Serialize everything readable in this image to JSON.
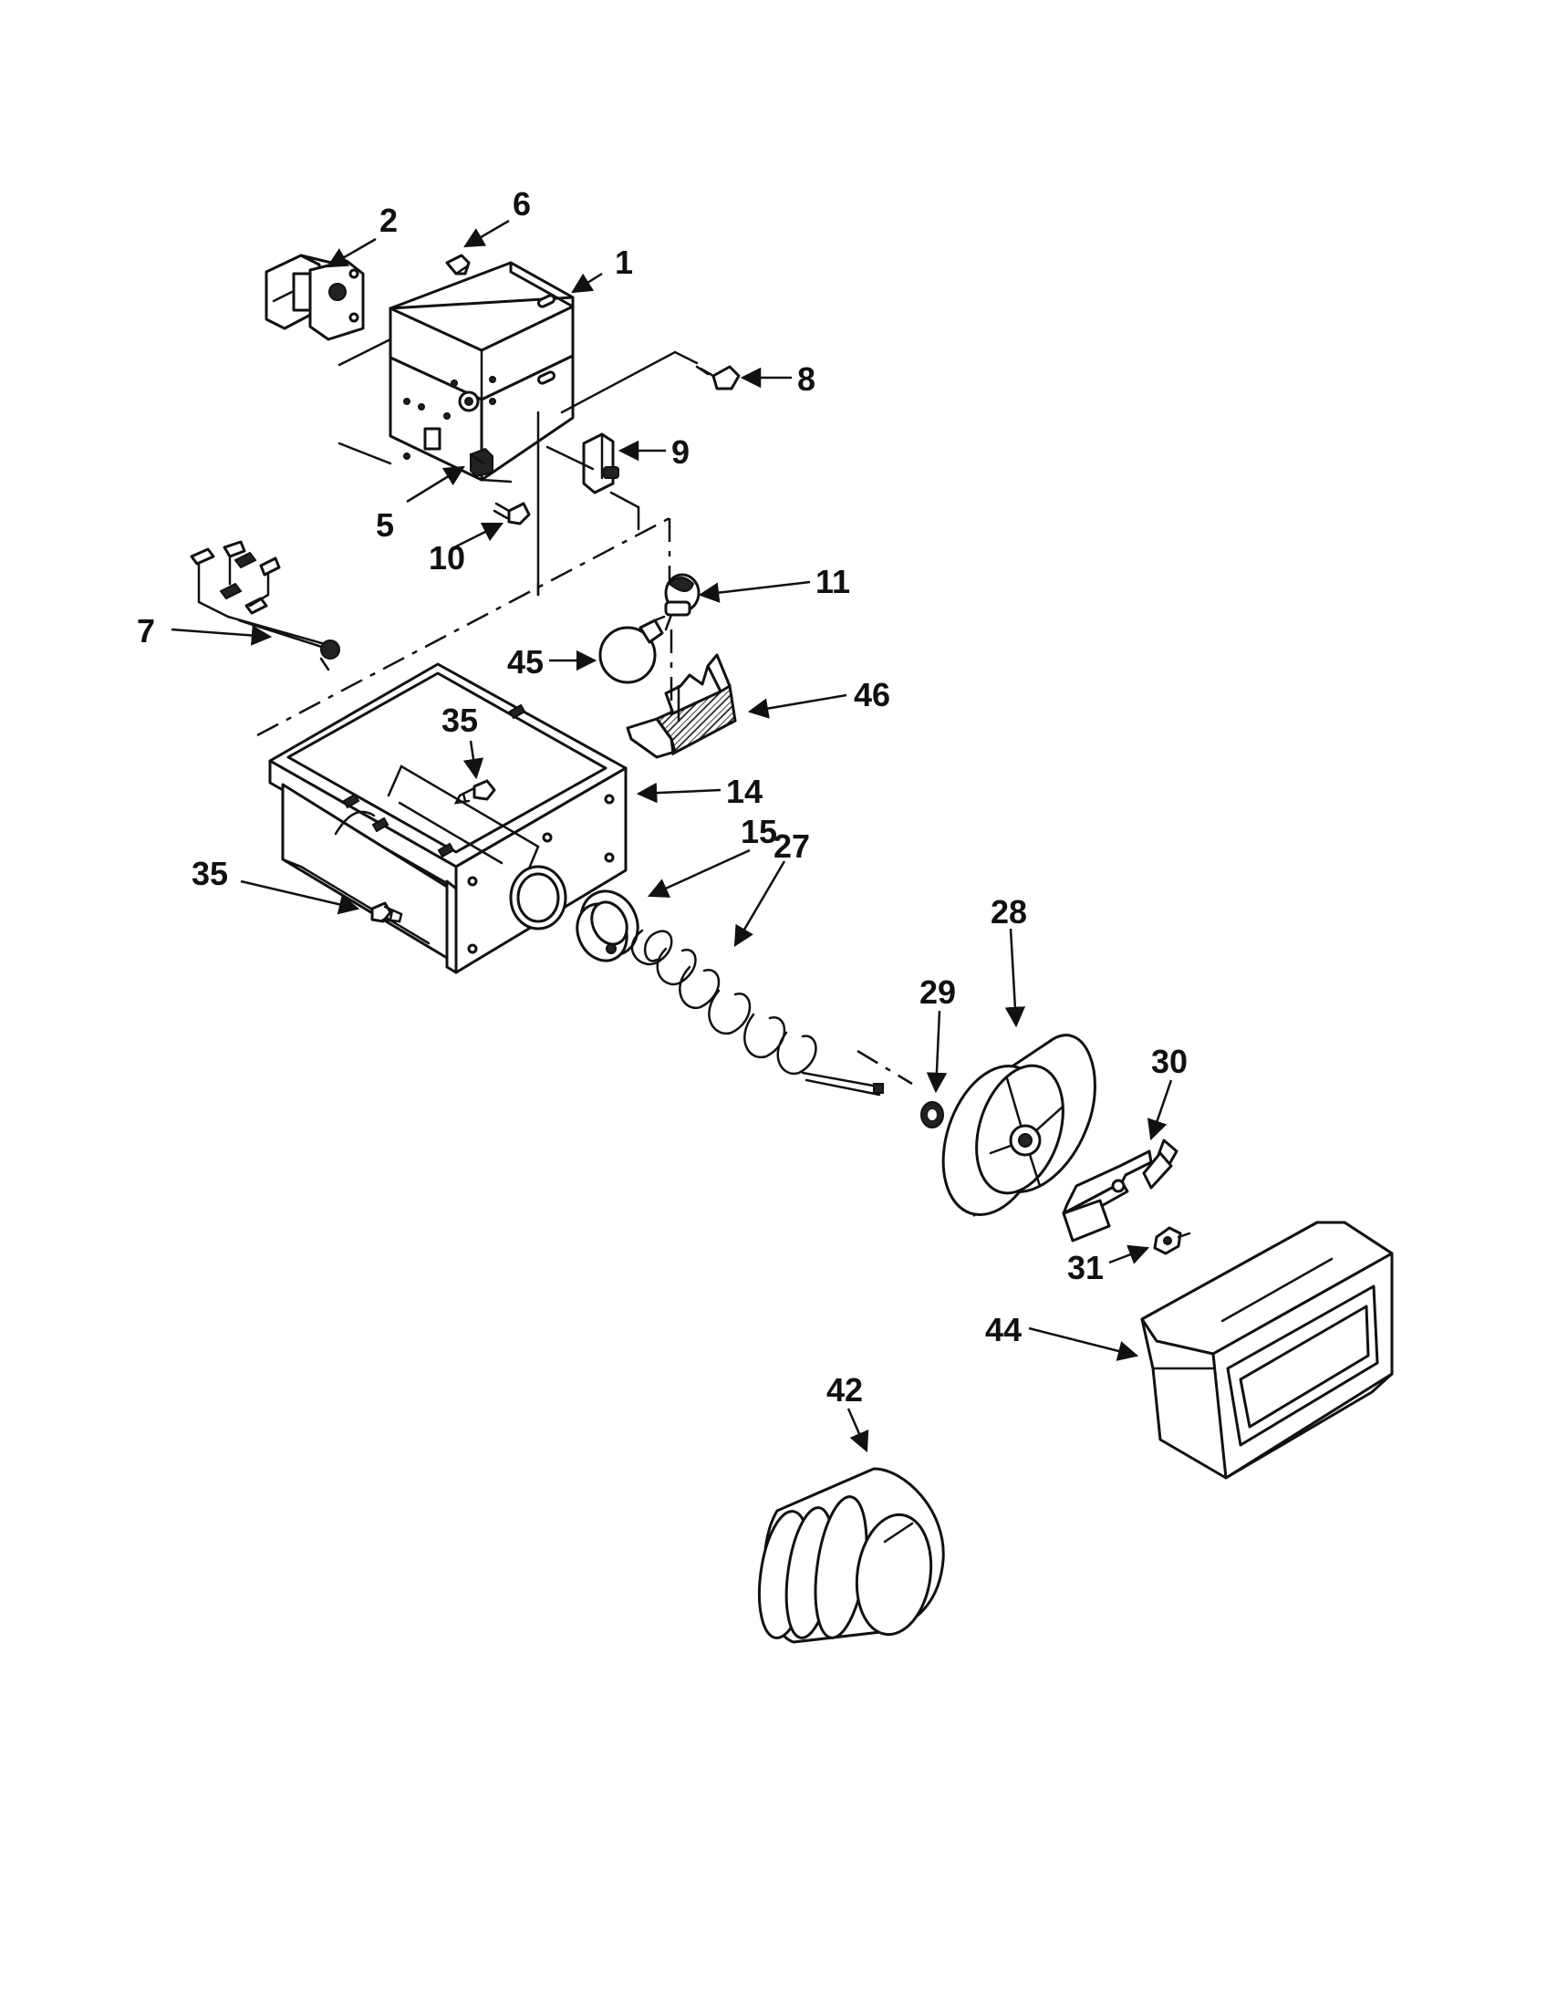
{
  "diagram": {
    "callouts": {
      "c1": "1",
      "c2": "2",
      "c5": "5",
      "c6": "6",
      "c7": "7",
      "c8": "8",
      "c9": "9",
      "c10": "10",
      "c11": "11",
      "c14": "14",
      "c15": "15",
      "c27": "27",
      "c28": "28",
      "c29": "29",
      "c30": "30",
      "c31": "31",
      "c35a": "35",
      "c35b": "35",
      "c42": "42",
      "c44": "44",
      "c45": "45",
      "c46": "46"
    }
  }
}
